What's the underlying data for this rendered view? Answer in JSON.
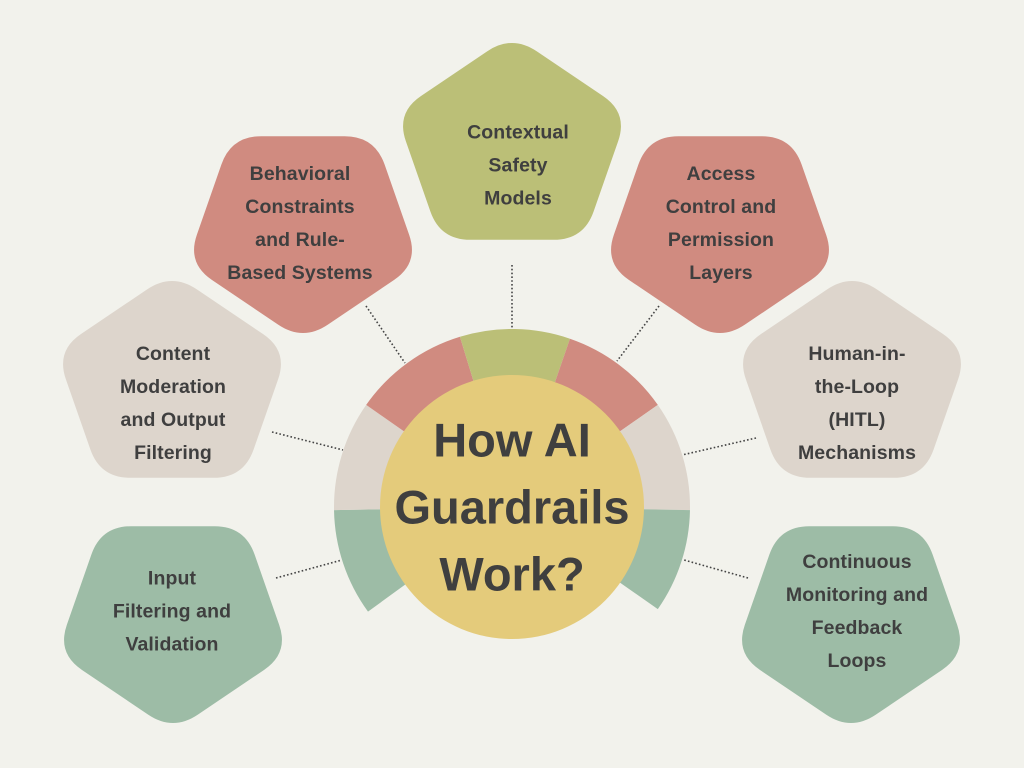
{
  "title_lines": [
    "How AI",
    "Guardrails",
    "Work?"
  ],
  "colors": {
    "background": "#f2f2ec",
    "center": "#e4cb7b",
    "olive": "#bbbf77",
    "salmon": "#d08b80",
    "beige": "#ddd5cc",
    "sage": "#9dbca6",
    "text": "#3f3f3f",
    "connector": "#444444"
  },
  "nodes": [
    {
      "id": "input-filtering",
      "lines": [
        "Input",
        "Filtering and",
        "Validation"
      ],
      "color": "sage"
    },
    {
      "id": "content-moderation",
      "lines": [
        "Content",
        "Moderation",
        "and Output",
        "Filtering"
      ],
      "color": "beige"
    },
    {
      "id": "behavioral-constraints",
      "lines": [
        "Behavioral",
        "Constraints",
        "and Rule-",
        "Based Systems"
      ],
      "color": "salmon"
    },
    {
      "id": "contextual-safety",
      "lines": [
        "Contextual",
        "Safety",
        "Models"
      ],
      "color": "olive"
    },
    {
      "id": "access-control",
      "lines": [
        "Access",
        "Control and",
        "Permission",
        "Layers"
      ],
      "color": "salmon"
    },
    {
      "id": "human-in-the-loop",
      "lines": [
        "Human-in-",
        "the-Loop",
        "(HITL)",
        "Mechanisms"
      ],
      "color": "beige"
    },
    {
      "id": "continuous-monitoring",
      "lines": [
        "Continuous",
        "Monitoring and",
        "Feedback",
        "Loops"
      ],
      "color": "sage"
    }
  ]
}
